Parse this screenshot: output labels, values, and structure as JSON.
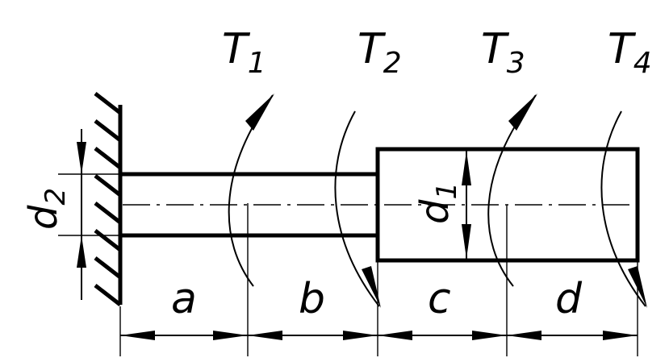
{
  "torques": [
    {
      "label": "T",
      "sub": "1"
    },
    {
      "label": "T",
      "sub": "2"
    },
    {
      "label": "T",
      "sub": "3"
    },
    {
      "label": "T",
      "sub": "4"
    }
  ],
  "segments": [
    "a",
    "b",
    "c",
    "d"
  ],
  "diameters": {
    "small": {
      "label": "d",
      "sub": "2"
    },
    "large": {
      "label": "d",
      "sub": "1"
    }
  }
}
